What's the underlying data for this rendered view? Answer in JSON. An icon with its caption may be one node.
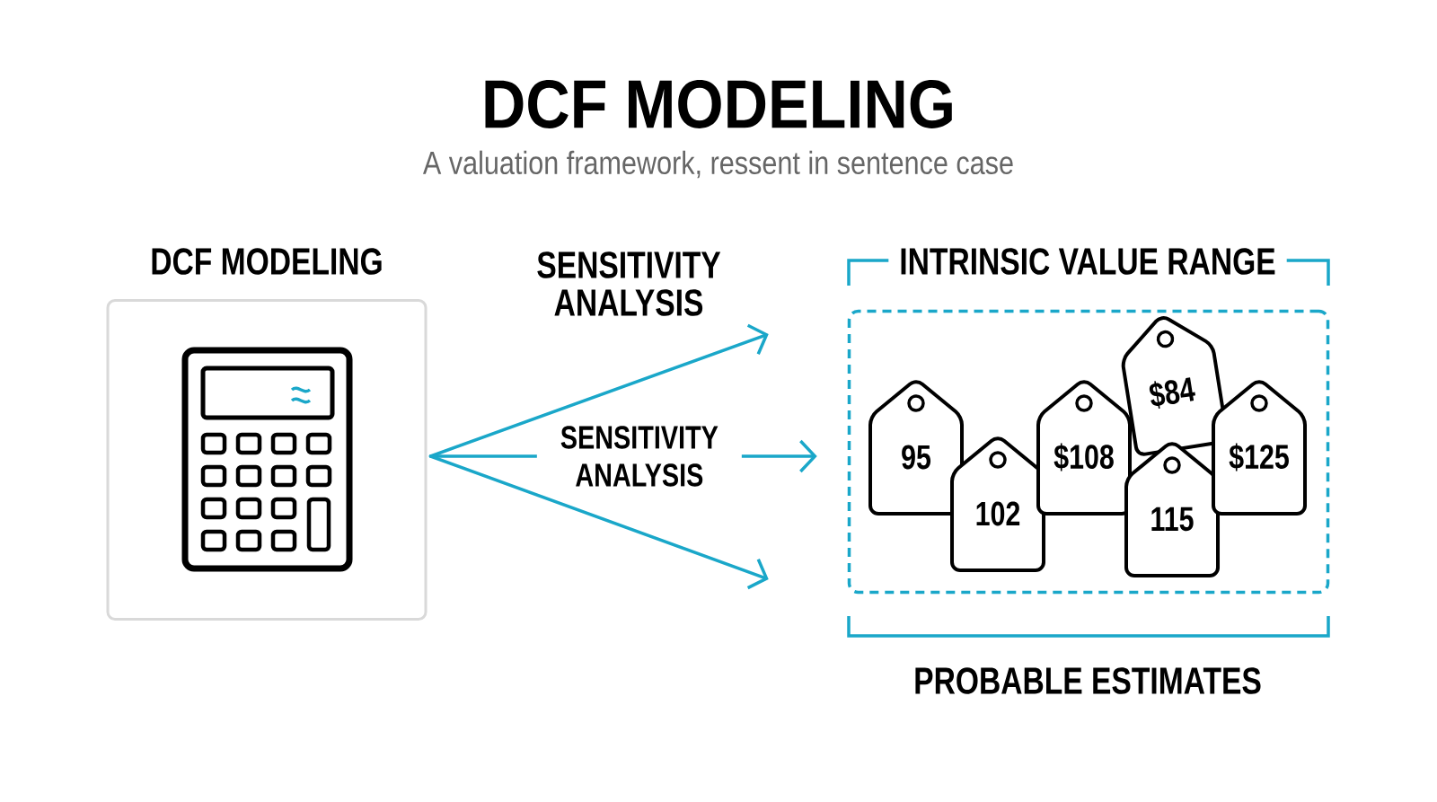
{
  "diagram": {
    "title": "DCF MODELING",
    "caption": "A valuation framework, ressent in sentence case",
    "nodes": [
      {
        "text": [
          "DCF MODELING"
        ]
      },
      {
        "text": [
          "INTRINSIC VALUE RANGE",
          "PROBABLE ESTIMATES"
        ]
      },
      {
        "text": [
          "95"
        ],
        "in": 1
      },
      {
        "text": [
          "102"
        ],
        "in": 1
      },
      {
        "text": [
          "$108"
        ],
        "in": 1
      },
      {
        "text": [
          "$84"
        ],
        "in": 1
      },
      {
        "text": [
          "115"
        ],
        "in": 1
      },
      {
        "text": [
          "$125"
        ],
        "in": 1
      }
    ],
    "edges": [
      {
        "from": 0,
        "to": 1,
        "arrow": "to",
        "label": "SENSITIVITY ANALYSIS"
      },
      {
        "from": 0,
        "to": 1,
        "arrow": "to",
        "label": "SENSITIVITY ANALYSIS"
      },
      {
        "from": 0,
        "to": 1,
        "arrow": "to"
      }
    ]
  }
}
